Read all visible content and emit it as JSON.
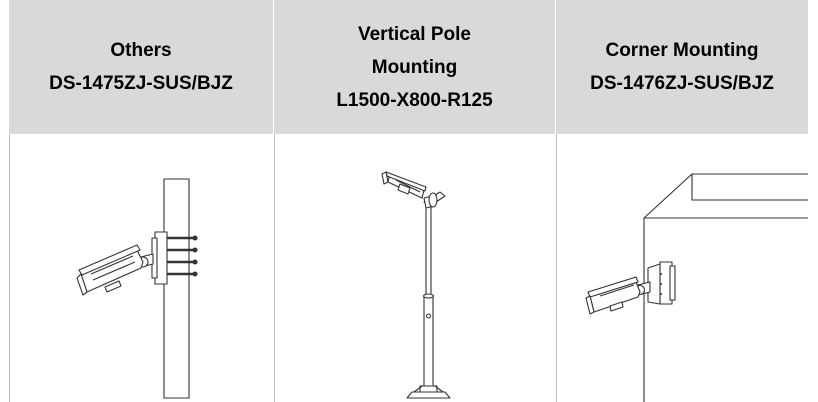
{
  "columns": [
    {
      "header_lines": [
        "Others",
        "DS-1475ZJ-SUS/BJZ"
      ],
      "illustration": "camera-pipe-mount-icon"
    },
    {
      "header_lines": [
        "Vertical Pole",
        "Mounting",
        "L1500-X800-R125"
      ],
      "illustration": "camera-vertical-pole-icon"
    },
    {
      "header_lines": [
        "Corner Mounting",
        "DS-1476ZJ-SUS/BJZ"
      ],
      "illustration": "camera-corner-mount-icon"
    }
  ],
  "colors": {
    "header_bg": "#d9d9d9",
    "grid_line": "#bfbfbf",
    "drawing": "#333333"
  }
}
